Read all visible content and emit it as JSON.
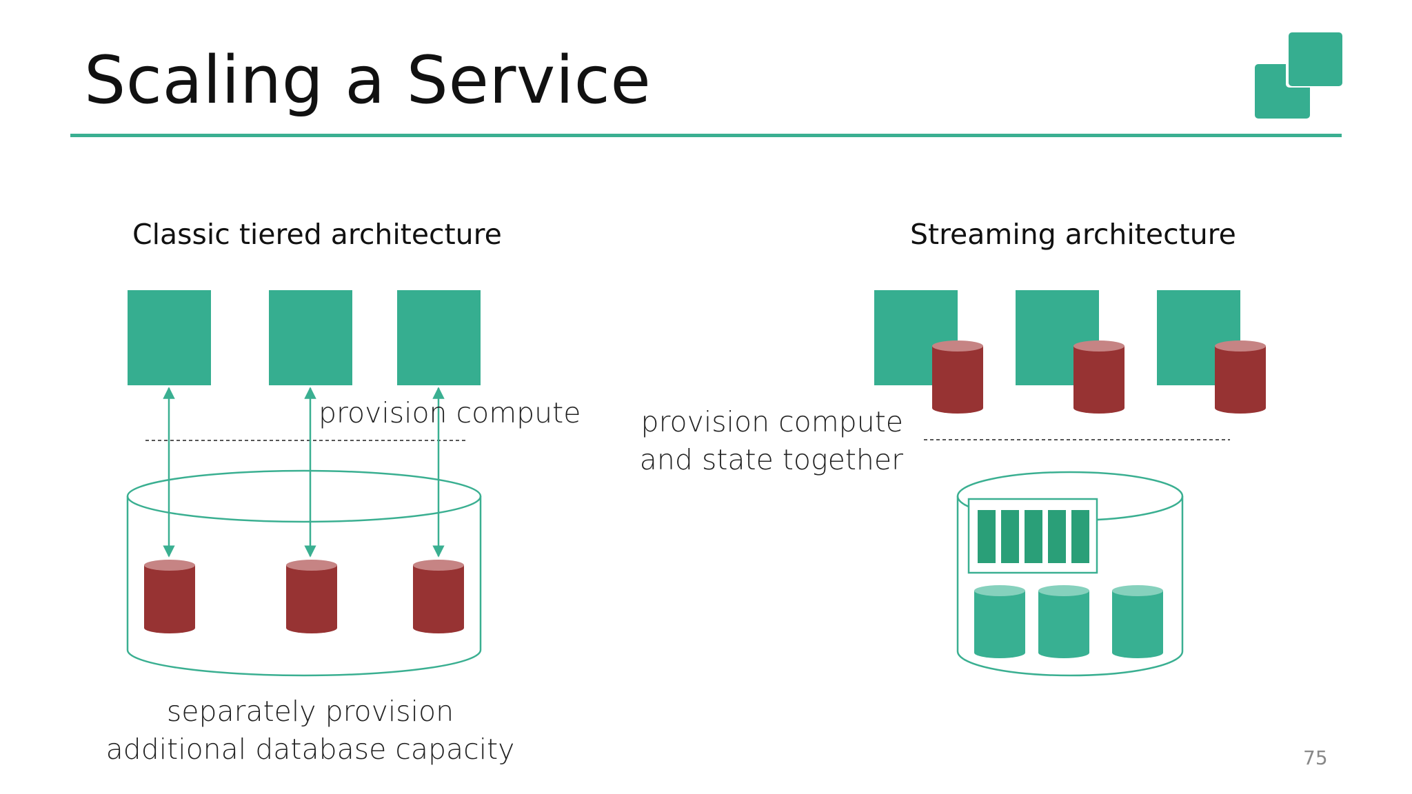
{
  "slide": {
    "title": "Scaling a Service",
    "page_number": "75"
  },
  "left_panel": {
    "heading": "Classic tiered architecture",
    "mid_label": "provision compute",
    "bottom_label": "separately provision additional database capacity"
  },
  "right_panel": {
    "heading": "Streaming architecture",
    "side_label": "provision compute and state together"
  },
  "colors": {
    "accent": "#3aaf91",
    "compute_box": "#36ae90",
    "state_cylinder": "#973333",
    "state_cylinder_top": "#c68484",
    "stream_block": "#2a9f78",
    "stream_cylinder": "#38b092",
    "stream_cylinder_top": "#86d1bd"
  },
  "icons": {
    "logo": "two-overlapping-green-squares-icon",
    "compute": "square-node-icon",
    "database": "cylinder-icon",
    "log": "append-log-icon"
  }
}
